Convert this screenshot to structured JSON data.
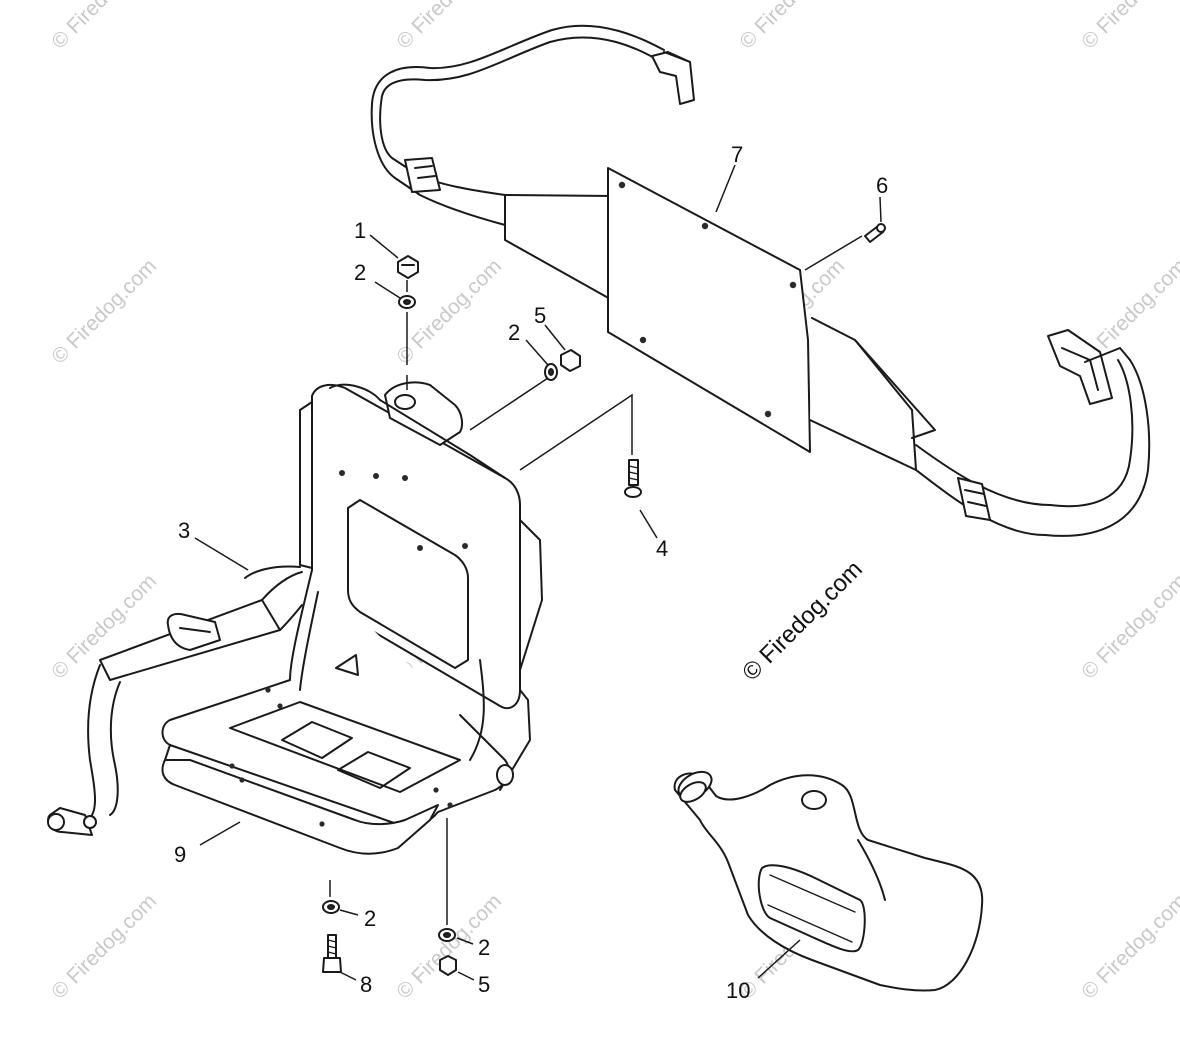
{
  "watermark": {
    "text": "© Firedog.com",
    "center_text": "© Firedog.com"
  },
  "callouts": {
    "c1": "1",
    "c2a": "2",
    "c2b": "2",
    "c2c": "2",
    "c2d": "2",
    "c3": "3",
    "c4": "4",
    "c5a": "5",
    "c5b": "5",
    "c6": "6",
    "c7": "7",
    "c8": "8",
    "c9": "9",
    "c10": "10"
  },
  "colors": {
    "line": "#1a1a1a",
    "watermark": "#c9c9c9",
    "background": "#ffffff"
  }
}
